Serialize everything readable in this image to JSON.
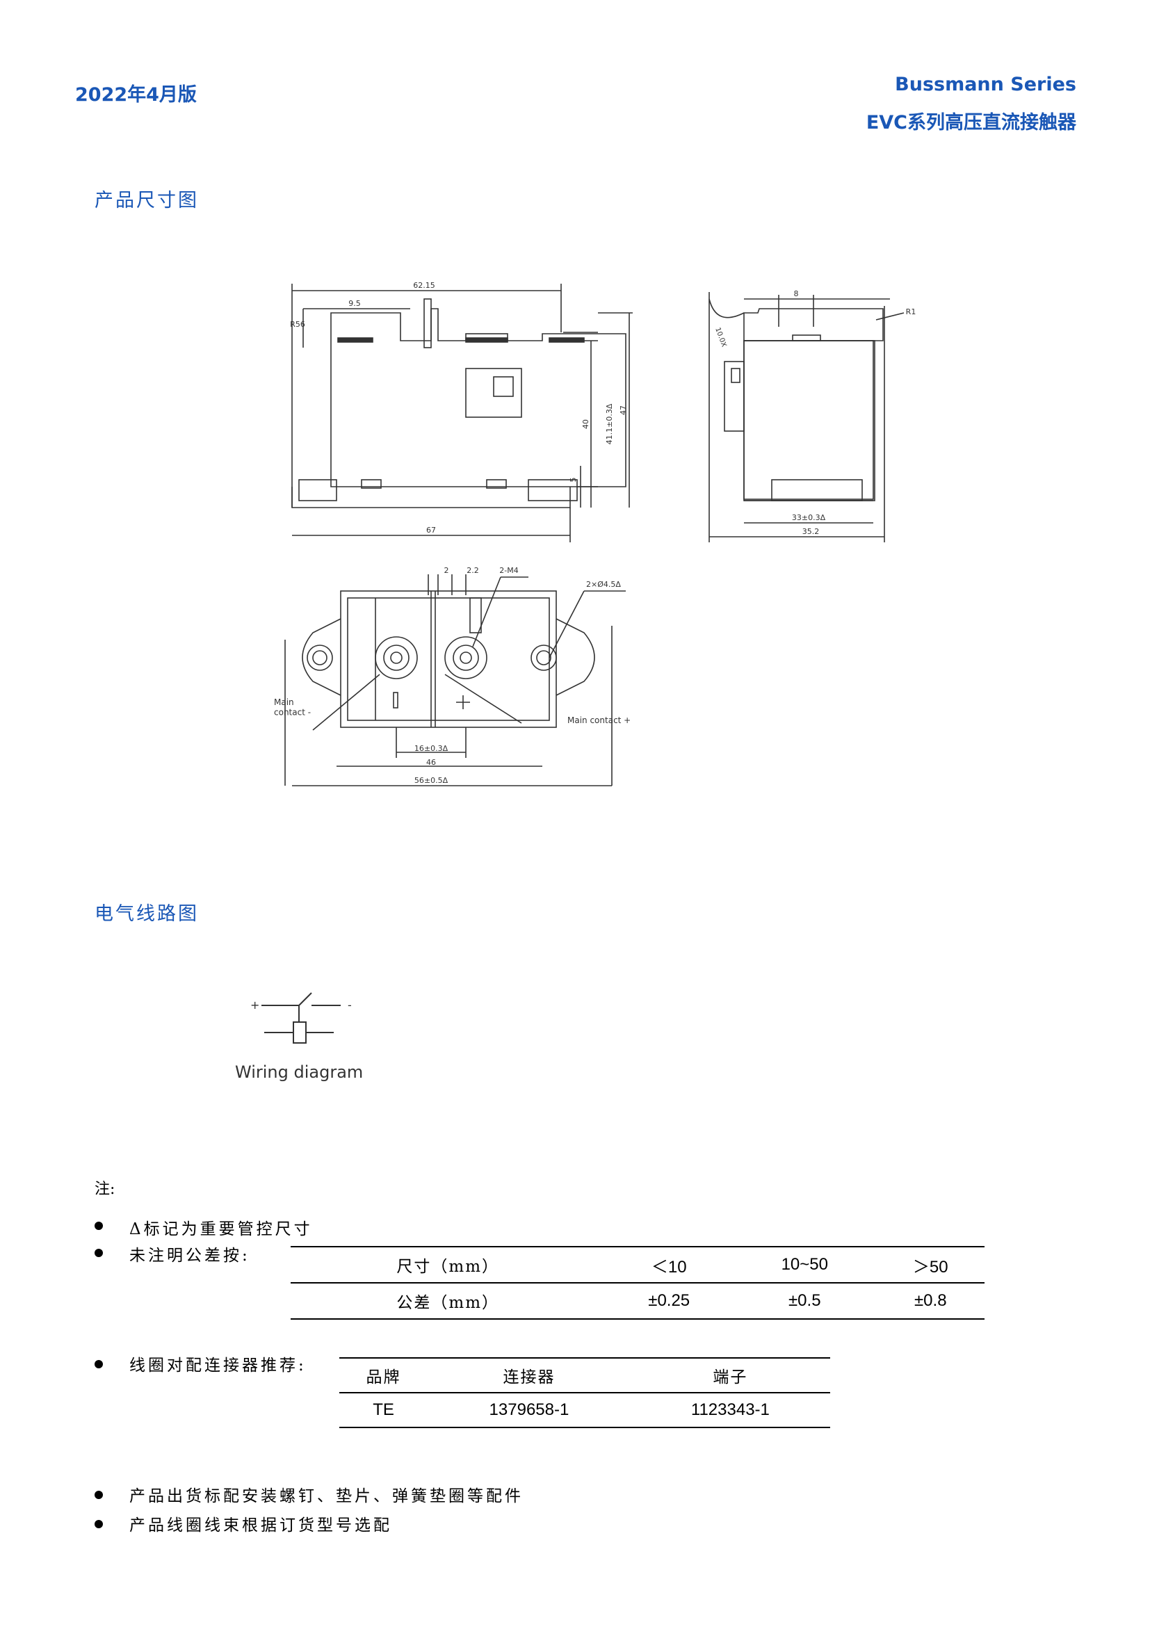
{
  "header": {
    "date": "2022年4月版",
    "series": "Bussmann Series",
    "product": "EVC系列高压直流接触器"
  },
  "sections": {
    "dimensions_title": "产品尺寸图",
    "wiring_title": "电气线路图"
  },
  "dimension_drawing": {
    "side_view": {
      "width_top": "62.15",
      "offset": "9.5",
      "radius": "R56",
      "height_inner": "40",
      "height_mid": "41.1±0.3Δ",
      "height_total": "47",
      "base": "5",
      "width_bottom": "67"
    },
    "end_view": {
      "top": "8",
      "angle": "10.0X",
      "radius": "R1",
      "inner_width": "33±0.3Δ",
      "outer_width": "35.2"
    },
    "top_view": {
      "dim_a": "2",
      "dim_b": "2.2",
      "thread": "2-M4",
      "holes": "2×Ø4.5Δ",
      "main_neg": "Main\ncontact -",
      "main_pos": "Main contact +",
      "pitch": "16±0.3Δ",
      "inner": "46",
      "overall": "56±0.5Δ"
    }
  },
  "wiring": {
    "plus": "+",
    "minus": "-",
    "caption": "Wiring diagram"
  },
  "notes": {
    "label": "注:",
    "bullet1": "Δ标记为重要管控尺寸",
    "bullet2": "未注明公差按:",
    "tolerance_table": {
      "row_header": [
        "尺寸（mm）",
        "＜10",
        "10~50",
        "＞50"
      ],
      "row_values": [
        "公差（mm）",
        "±0.25",
        "±0.5",
        "±0.8"
      ]
    },
    "bullet3": "线圈对配连接器推荐:",
    "connector_table": {
      "headers": [
        "品牌",
        "连接器",
        "端子"
      ],
      "row": [
        "TE",
        "1379658-1",
        "1123343-1"
      ]
    },
    "bullet4": "产品出货标配安装螺钉、垫片、弹簧垫圈等配件",
    "bullet5": "产品线圈线束根据订货型号选配"
  }
}
